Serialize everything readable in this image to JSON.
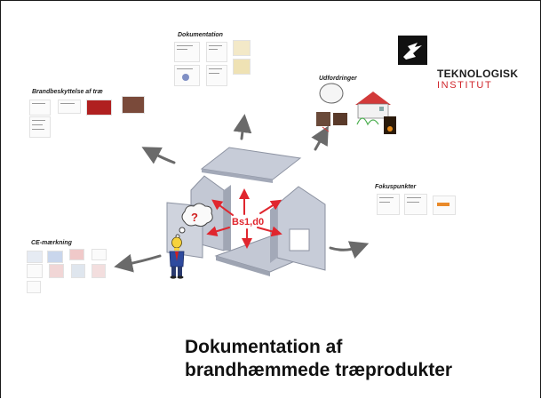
{
  "clusters": {
    "dokumentation": "Dokumentation",
    "brandbeskyttelse": "Brandbeskyttelse af træ",
    "udfordringer": "Udfordringer",
    "fokuspunkter": "Fokuspunkter",
    "ce_maerkning": "CE-mærkning"
  },
  "logo": {
    "line1": "TEKNOLOGISK",
    "line2": "INSTITUT",
    "brand_color": "#d0262c"
  },
  "center_label": "Bs1,d0",
  "thought_bubble": "?",
  "title": {
    "line1": "Dokumentation af",
    "line2": "brandhæmmede træprodukter"
  },
  "colors": {
    "accent_red": "#e0262e",
    "arrow_gray": "#6a6a6a",
    "house_panel": "#c7ccd8"
  }
}
